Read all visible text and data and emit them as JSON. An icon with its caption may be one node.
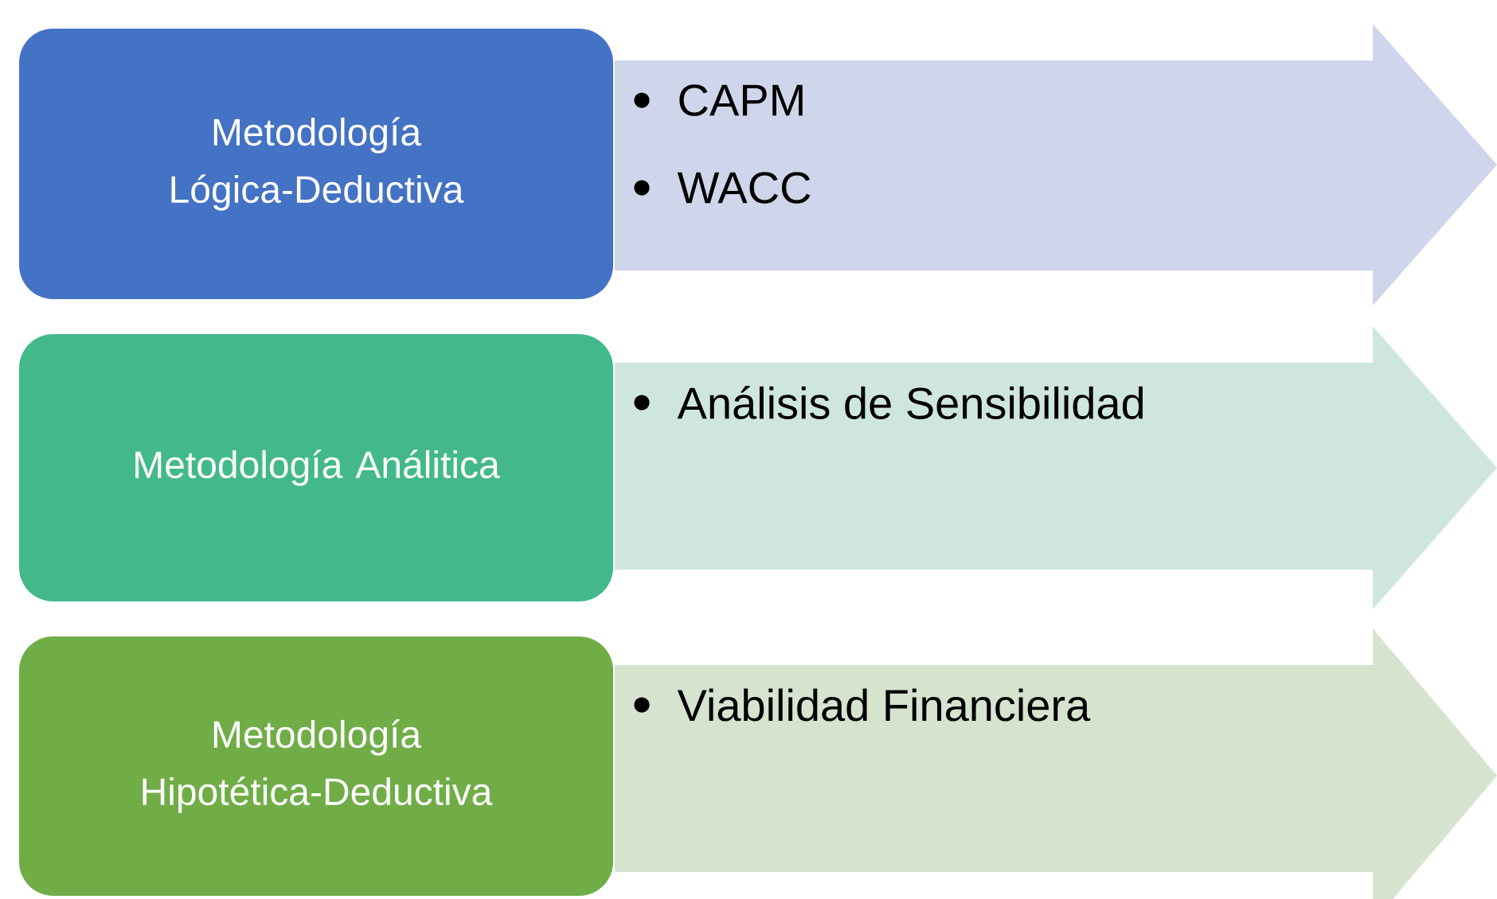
{
  "diagram": {
    "nodes": [
      {
        "text": [
          "Metodología Lógica-Deductiva"
        ]
      },
      {
        "text": [
          "CAPM",
          "WACC"
        ]
      },
      {
        "text": [
          "Metodología Análitica"
        ]
      },
      {
        "text": [
          "Análisis de Sensibilidad"
        ]
      },
      {
        "text": [
          "Metodología Hipotética-Deductiva"
        ]
      },
      {
        "text": [
          "Viabilidad Financiera"
        ]
      }
    ]
  }
}
